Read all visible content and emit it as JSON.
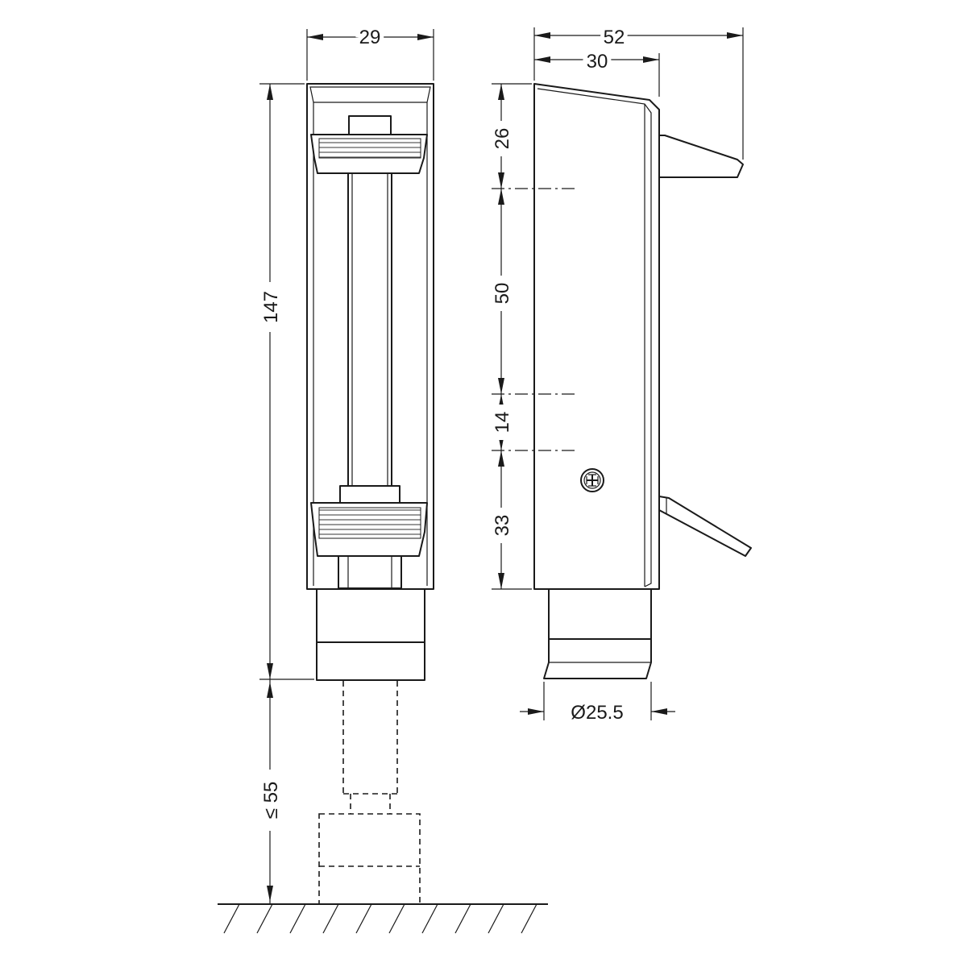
{
  "dimensions": {
    "front_width": "29",
    "overall_width": "52",
    "body_width": "30",
    "total_height": "147",
    "segment_top": "26",
    "segment_middle": "50",
    "segment_lower": "14",
    "segment_bottom": "33",
    "stroke": "≤ 55",
    "diameter": "Ø25.5"
  }
}
